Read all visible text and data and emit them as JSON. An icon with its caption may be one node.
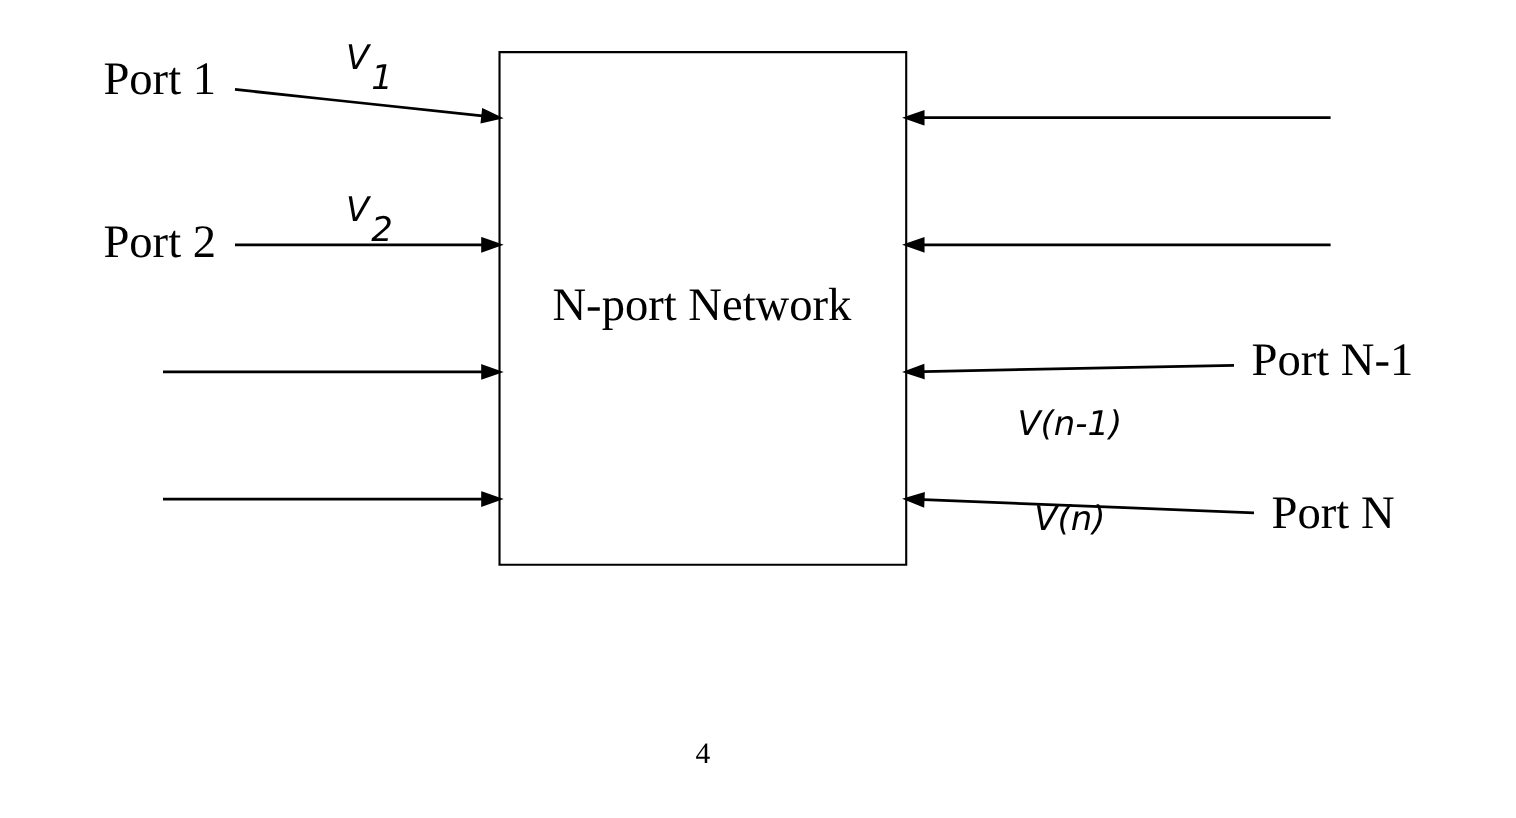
{
  "diagram": {
    "nodes": [
      {
        "text": [
          "Port 1"
        ]
      },
      {
        "text": [
          "Port 2"
        ]
      },
      {
        "text": [
          "N-port Network"
        ]
      },
      {
        "text": [
          "Port N-1"
        ]
      },
      {
        "text": [
          "Port N"
        ]
      }
    ],
    "edges": [
      {
        "from": 0,
        "to": 2,
        "arrow": "to",
        "label": "V$_{1}$"
      },
      {
        "from": 1,
        "to": 2,
        "arrow": "to",
        "label": "V$_{2}$"
      },
      {
        "from": null,
        "to": 2,
        "arrow": "to"
      },
      {
        "from": null,
        "to": 2,
        "arrow": "to"
      },
      {
        "from": null,
        "to": 2,
        "arrow": "to"
      },
      {
        "from": null,
        "to": 2,
        "arrow": "to"
      },
      {
        "from": 3,
        "to": 2,
        "arrow": "to",
        "label": "V(n-1)"
      },
      {
        "from": 4,
        "to": 2,
        "arrow": "to",
        "label": "V(n)"
      }
    ],
    "labels": [
      "4"
    ]
  }
}
